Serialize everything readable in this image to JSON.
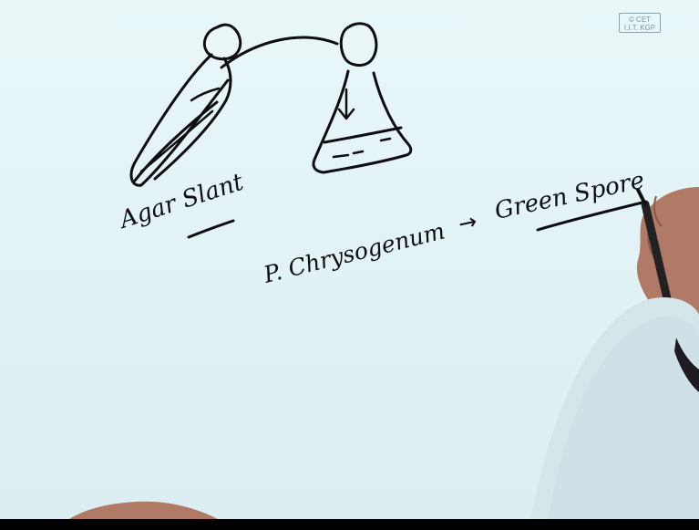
{
  "watermark": {
    "line1": "© CET",
    "line2": "I.I.T. KGP"
  },
  "handwriting": {
    "label_left": "Agar Slant",
    "formula_subject": "P. Chrysogenum",
    "formula_arrow": "→",
    "formula_result": "Green Spore"
  },
  "colors": {
    "board": "#e6f5f8",
    "ink": "#0d0d12",
    "hand": "#b07a66",
    "sleeve": "#1e1c22"
  }
}
